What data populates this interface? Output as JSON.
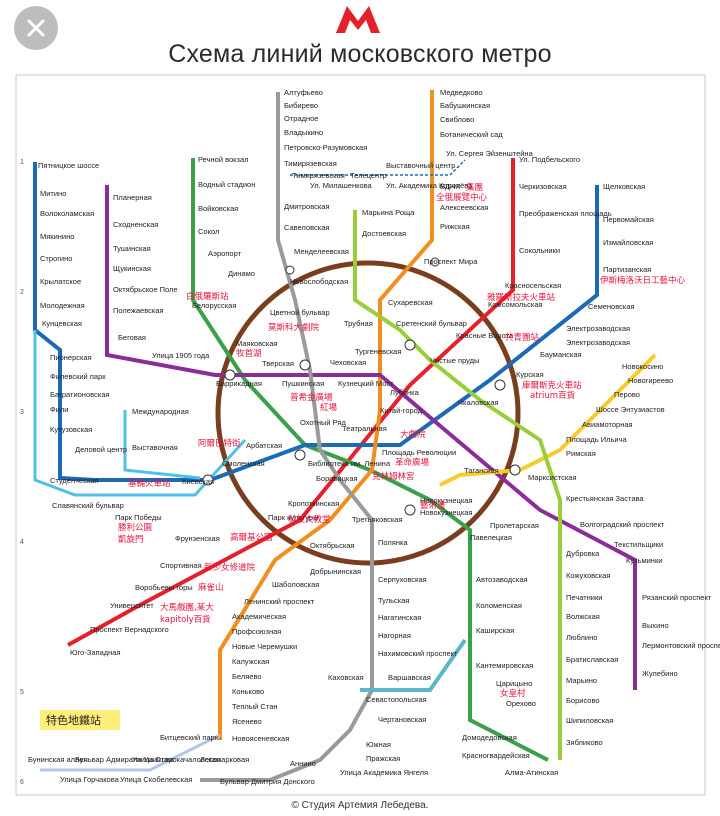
{
  "title": "Схема линий московского метро",
  "logo": "М",
  "credit": "© Студия Артемия Лебедева.",
  "legend": "特色地鐵站",
  "colors": {
    "line1": "#e4212b",
    "line2": "#3aa04a",
    "line3": "#1a6ab5",
    "line4": "#4fc0e8",
    "line5": "#7a3e1f",
    "line6": "#f08f20",
    "line7": "#8c2c9a",
    "line8": "#f6cc2b",
    "line9": "#9a9a9a",
    "line10": "#9acd3a",
    "line11": "#58b8c9",
    "line12": "#b1c7e3",
    "highlight": "#ffef7a",
    "annotation": "#e8123c"
  },
  "stations": {
    "s0": "Алтуфьево",
    "s1": "Бибирево",
    "s2": "Отрадное",
    "s3": "Владыкино",
    "s4": "Петровско-Разумовская",
    "s5": "Тимирязевская",
    "s6": "Дмитровская",
    "s7": "Савеловская",
    "s8": "Менделеевская",
    "s9": "Новослободская",
    "s10": "Цветной бульвар",
    "s11": "Чеховская",
    "s12": "Боровицкая",
    "s13": "Полянка",
    "s14": "Серпуховская",
    "s15": "Тульская",
    "s16": "Нагатинская",
    "s17": "Нагорная",
    "s18": "Нахимовский проспект",
    "s19": "Севастопольская",
    "s20": "Чертановская",
    "s21": "Южная",
    "s22": "Пражская",
    "s23": "Улица Академика Янгеля",
    "s24": "Аннино",
    "s25": "Бульвар Дмитрия Донского",
    "s26": "Медведково",
    "s27": "Бабушкинская",
    "s28": "Свиблово",
    "s29": "Ботанический сад",
    "s30": "ВДНХ",
    "s31": "Алексеевская",
    "s32": "Рижская",
    "s33": "Проспект Мира",
    "s34": "Сухаревская",
    "s35": "Тургеневская",
    "s36": "Китай-город",
    "s37": "Третьяковская",
    "s38": "Октябрьская",
    "s39": "Шаболовская",
    "s40": "Ленинский проспект",
    "s41": "Академическая",
    "s42": "Профсоюзная",
    "s43": "Новые Черемушки",
    "s44": "Калужская",
    "s45": "Беляево",
    "s46": "Коньково",
    "s47": "Теплый Стан",
    "s48": "Ясенево",
    "s49": "Новоясеневская",
    "s50": "Ул. Подбельского",
    "s51": "Черкизовская",
    "s52": "Преображенская площадь",
    "s53": "Сокольники",
    "s54": "Красносельская",
    "s55": "Комсомольская",
    "s56": "Красные Ворота",
    "s57": "Чистые пруды",
    "s58": "Лубянка",
    "s59": "Охотный Ряд",
    "s60": "Библиотека им. Ленина",
    "s61": "Кропоткинская",
    "s62": "Парк культуры",
    "s63": "Фрунзенская",
    "s64": "Спортивная",
    "s65": "Воробьевы горы",
    "s66": "Университет",
    "s67": "Проспект Вернадского",
    "s68": "Юго-Западная",
    "s69": "Речной вокзал",
    "s70": "Водный стадион",
    "s71": "Войковская",
    "s72": "Сокол",
    "s73": "Аэропорт",
    "s74": "Динамо",
    "s75": "Белорусская",
    "s76": "Маяковская",
    "s77": "Тверская",
    "s78": "Театральная",
    "s79": "Новокузнецкая",
    "s80": "Павелецкая",
    "s81": "Автозаводская",
    "s82": "Коломенская",
    "s83": "Каширская",
    "s84": "Кантемировская",
    "s85": "Царицыно",
    "s86": "Орехово",
    "s87": "Домодедовская",
    "s88": "Красногвардейская",
    "s89": "Щелковская",
    "s90": "Первомайская",
    "s91": "Измайловская",
    "s92": "Партизанская",
    "s93": "Семеновская",
    "s94": "Электрозаводская",
    "s95": "Бауманская",
    "s96": "Курская",
    "s97": "Площадь Революции",
    "s98": "Арбатская",
    "s99": "Смоленская",
    "s100": "Киевская",
    "s101": "Парк Победы",
    "s102": "Славянский бульвар",
    "s103": "Кунцевская",
    "s104": "Молодежная",
    "s105": "Крылатское",
    "s106": "Строгино",
    "s107": "Мякинино",
    "s108": "Волоколамская",
    "s109": "Митино",
    "s110": "Пятницкое шоссе",
    "s111": "Пионерская",
    "s112": "Филевский парк",
    "s113": "Багратионовская",
    "s114": "Фили",
    "s115": "Кутузовская",
    "s116": "Студенческая",
    "s117": "Выставочная",
    "s118": "Международная",
    "s119": "Деловой центр",
    "s120": "Планерная",
    "s121": "Сходненская",
    "s122": "Тушинская",
    "s123": "Щукинская",
    "s124": "Октябрьское Поле",
    "s125": "Полежаевская",
    "s126": "Беговая",
    "s127": "Улица 1905 года",
    "s128": "Баррикадная",
    "s129": "Пушкинская",
    "s130": "Кузнецкий Мост",
    "s131": "Таганская",
    "s132": "Пролетарская",
    "s133": "Волгоградский проспект",
    "s134": "Текстильщики",
    "s135": "Кузьминки",
    "s136": "Рязанский проспект",
    "s137": "Выхино",
    "s138": "Лермонтовский проспект",
    "s139": "Жулебино",
    "s140": "Новогиреево",
    "s141": "Перово",
    "s142": "Шоссе Энтузиастов",
    "s143": "Авиамоторная",
    "s144": "Площадь Ильича",
    "s145": "Марксистская",
    "s146": "Новокосино",
    "s147": "Крестьянская Застава",
    "s148": "Дубровка",
    "s149": "Кожуховская",
    "s150": "Печатники",
    "s151": "Волжская",
    "s152": "Люблино",
    "s153": "Братиславская",
    "s154": "Марьино",
    "s155": "Борисово",
    "s156": "Шипиловская",
    "s157": "Зябликово",
    "s158": "Трубная",
    "s159": "Сретенский бульвар",
    "s160": "Достоевская",
    "s161": "Марьина Роща",
    "s162": "Римская",
    "s163": "Чкаловская",
    "s164": "Добрынинская",
    "s165": "Каховская",
    "s166": "Варшавская",
    "s167": "Алма-Атинская",
    "s168": "Бунинская аллея",
    "s169": "Бульвар Адмирала Ушакова",
    "s170": "Улица Горчакова",
    "s171": "Улица Скобелевская",
    "s172": "Улица Старокачаловская",
    "s173": "Битцевский парк",
    "s174": "Лесопарковая",
    "s175": "Выставочный центр",
    "s176": "Телецентр",
    "s177": "Ул. Милашенкова",
    "s178": "Ул. Академика Королёва",
    "s179": "Ул. Сергея Эйзенштейна",
    "s180": "Тимирязевская",
    "s181": "Новокузнецкая",
    "s182": "Электрозаводская"
  },
  "annotations": {
    "a0": "全俄展覽中心",
    "a1": "白俄羅斯站",
    "a2": "莫斯科大劇院",
    "a3": "紅場",
    "a4": "大劇院",
    "a5": "革命廣場",
    "a6": "克林姆林宮",
    "a7": "藝術畫",
    "a8": "高爾基公園",
    "a9": "科技大教堂",
    "a10": "新少女修道院",
    "a11": "麻雀山",
    "a12": "大馬戲團,某大",
    "a13": "kapitoly百貨",
    "a14": "勝利公園",
    "a15": "凱旋門",
    "a16": "基輔火車站",
    "a17": "阿爾巴特街",
    "a18": "雅羅斯拉夫火車站",
    "a19": "共青團站",
    "a20": "atrium百貨",
    "a21": "庫爾斯克火車站",
    "a22": "女皇村",
    "a23": "特色地鐵站",
    "a24": "牧首湖",
    "a25": "普希金廣場",
    "a26": "伊斯梅洛沃日工藝中心",
    "a27": "集團"
  },
  "zones": {
    "z1": "1",
    "z2": "2",
    "z3": "3",
    "z4": "4",
    "z5": "5",
    "z6": "6"
  }
}
